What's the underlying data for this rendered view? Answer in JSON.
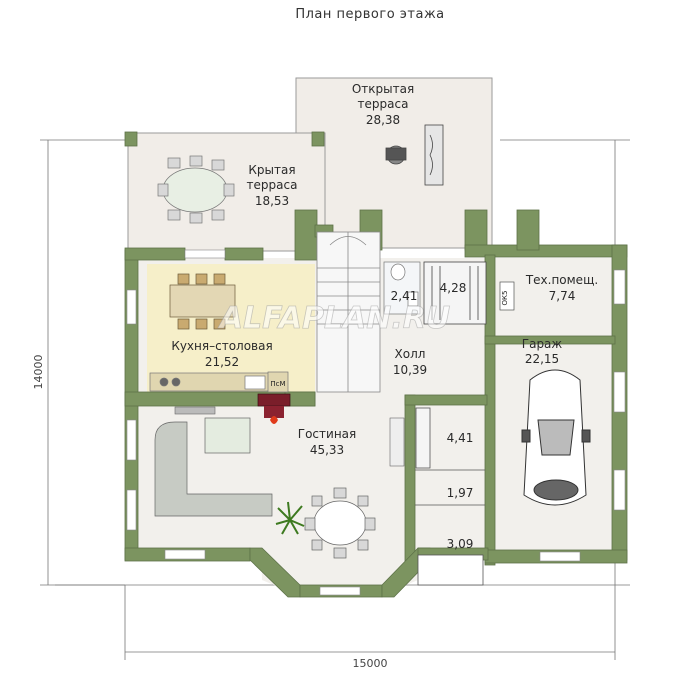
{
  "title": "План первого этажа",
  "watermark": "ALFAPLAN.RU",
  "dimensions": {
    "width": "15000",
    "height": "14000"
  },
  "colors": {
    "wall": "#7c9460",
    "wall_edge": "#5d7248",
    "floor": "#f2f0ec",
    "kitchen": "#f6efc9",
    "terrace": "#f1ede8",
    "line": "#9a9a9a",
    "furniture": "#d8d8d8"
  },
  "rooms": [
    {
      "id": "open-terrace",
      "name1": "Открытая",
      "name2": "терраса",
      "area": "28,38"
    },
    {
      "id": "covered-terrace",
      "name1": "Крытая",
      "name2": "терраса",
      "area": "18,53"
    },
    {
      "id": "kitchen",
      "name1": "Кухня–столовая",
      "area": "21,52"
    },
    {
      "id": "wc",
      "area": "2,41"
    },
    {
      "id": "closet",
      "area": "4,28"
    },
    {
      "id": "tech",
      "name1": "Тех.помещ.",
      "area": "7,74"
    },
    {
      "id": "hall",
      "name1": "Холл",
      "area": "10,39"
    },
    {
      "id": "garage",
      "name1": "Гараж",
      "area": "22,15"
    },
    {
      "id": "living",
      "name1": "Гостиная",
      "area": "45,33"
    },
    {
      "id": "storage1",
      "area": "4,41"
    },
    {
      "id": "storage2",
      "area": "1,97"
    },
    {
      "id": "storage3",
      "area": "3,09"
    }
  ],
  "labels": {
    "boiler": "ОК5",
    "pcm": "ПсМ"
  }
}
